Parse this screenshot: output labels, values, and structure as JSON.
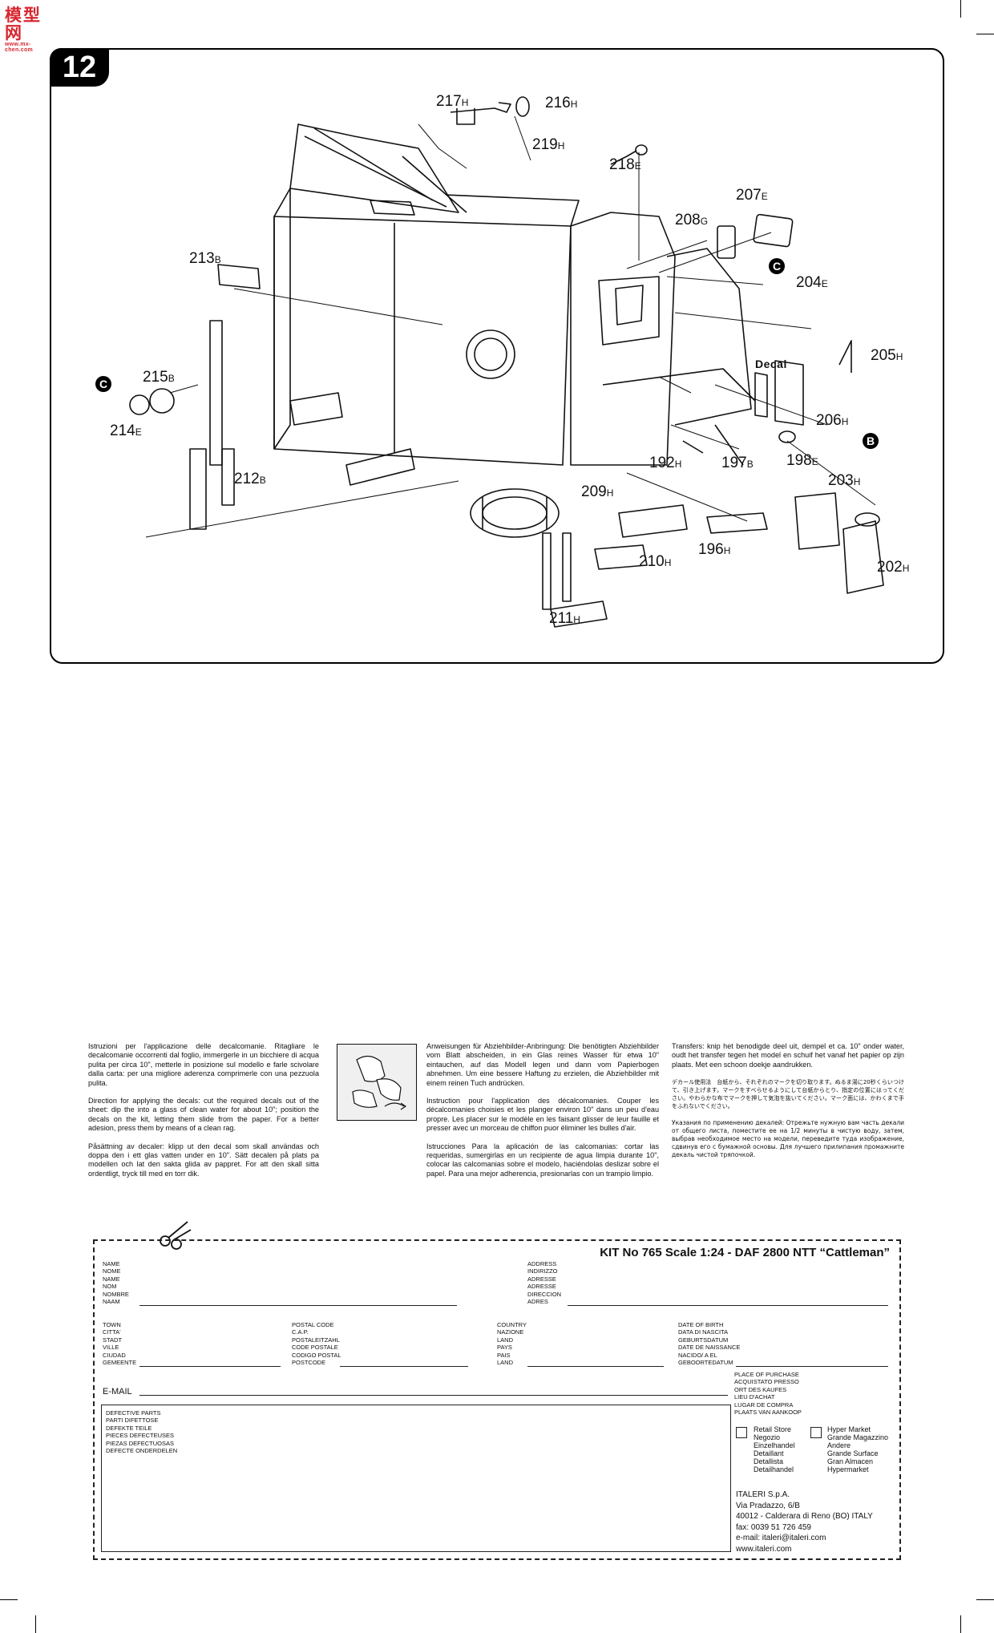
{
  "logo": {
    "text": "模型网",
    "url": "www.mx-chen.com"
  },
  "step": {
    "number": "12"
  },
  "parts": [
    {
      "id": "217",
      "letter": "H"
    },
    {
      "id": "216",
      "letter": "H"
    },
    {
      "id": "219",
      "letter": "H"
    },
    {
      "id": "218",
      "letter": "E"
    },
    {
      "id": "207",
      "letter": "E"
    },
    {
      "id": "208",
      "letter": "G"
    },
    {
      "id": "204",
      "letter": "E"
    },
    {
      "id": "213",
      "letter": "B"
    },
    {
      "id": "205",
      "letter": "H"
    },
    {
      "id": "215",
      "letter": "B"
    },
    {
      "id": "214",
      "letter": "E"
    },
    {
      "id": "206",
      "letter": "H"
    },
    {
      "id": "212",
      "letter": "B"
    },
    {
      "id": "192",
      "letter": "H"
    },
    {
      "id": "197",
      "letter": "B"
    },
    {
      "id": "198",
      "letter": "E"
    },
    {
      "id": "203",
      "letter": "H"
    },
    {
      "id": "209",
      "letter": "H"
    },
    {
      "id": "196",
      "letter": "H"
    },
    {
      "id": "210",
      "letter": "H"
    },
    {
      "id": "202",
      "letter": "H"
    },
    {
      "id": "211",
      "letter": "H"
    }
  ],
  "markers": {
    "c": "C",
    "b": "B",
    "decal": "Decal"
  },
  "instructions": {
    "col1": [
      "Istruzioni per l'applicazione delle decalcomanie. Ritagliare le decalcomanie occorrenti dal foglio, immergerle in un bicchiere di acqua pulita per circa 10\", metterle in posizione sul modello e farle scivolare dalla carta: per una migliore aderenza comprimerle con una pezzuola pulita.",
      "Direction for applying the decals: cut the required decals out of the sheet: dip the into a glass of clean water for about 10\"; position the decals on the kit, letting them slide from the paper. For a better adesion, press them by means of a clean rag.",
      "Påsättning av decaler: klipp ut den decal som skall användas och doppa den i ett glas vatten under en 10\". Sätt decalen på plats pa modellen och lat den sakta glida av pappret. For att den skall sitta ordentligt, tryck till med en torr dik."
    ],
    "col2": [
      "Anweisungen für Abziehbilder-Anbringung: Die benötigten Abziehbilder vom Blatt abscheiden, in ein Glas reines Wasser für etwa 10\" eintauchen, auf das Modell legen und dann vom Papierbogen abnehmen. Um eine bessere Haftung zu erzielen, die Abziehbilder mit einem reinen Tuch andrücken.",
      "Instruction pour l'application des décalcomanies. Couper les décalcomanies choisies et les planger environ 10\" dans un peu d'eau propre. Les placer sur le modèle en les faisant glisser de leur fauille et presser avec un morceau de chiffon puor éliminer les bulles d'air.",
      "Istrucciones Para la aplicación de las calcomanias: cortar las requeridas, sumergirlas en un recipiente de agua limpia durante 10\", colocar las calcomanias sobre el modelo, haciéndolas deslizar sobre el papel. Para una mejor adherencia, presionarlas con un trampio limpio."
    ],
    "col3": [
      "Transfers: knip het benodigde deel uit, dempel et ca. 10\" onder water, oudt het transfer tegen het model en schuif het vanaf het papier op zijn plaats. Met een schoon doekje aandrukken.",
      "デカール使用法　台紙から、それぞれのマークを切り取ります。ぬるま湯に20秒くらいつけて、引き上げます。マークをすべらせるようにして台紙からとり、指定の位置にはってください。やわらかな布でマークを押して気泡を抜いてください。マーク面には、かわくまで手をふれないでください。",
      "Указания по применению декалей: Отрежьте нужную вам часть декали от общего листа, поместите ее на 1/2 минуты в чистую воду, затем, выбрав необходимое место на модели, переведите туда изображение, сдвинув его с бумажной основы. Для лучшего прилипания промажните декаль чистой тряпочкой."
    ]
  },
  "form": {
    "kit_title": "KIT No 765 Scale 1:24 - DAF 2800 NTT “Cattleman”",
    "name_label": "NAME\nNOME\nNAME\nNOM\nNOMBRE\nNAAM",
    "address_label": "ADDRESS\nINDIRIZZO\nADRESSE\nADRESSE\nDIRECCION\nADRES",
    "town_label": "TOWN\nCITTA'\nSTADT\nVILLE\nCIUDAD\nGEMEENTE",
    "postal_label": "POSTAL CODE\nC.A.P.\nPOSTALEITZAHL\nCODE POSTALE\nCODIGO POSTAL\nPOSTCODE",
    "country_label": "COUNTRY\nNAZIONE\nLAND\nPAYS\nPAIS\nLAND",
    "dob_label": "DATE OF BIRTH\nDATA DI NASCITA\nGEBURTSDATUM\nDATE DE NAISSANCE\nNACIDO/ A EL\nGEBOORTEDATUM",
    "email_label": "E-MAIL",
    "purchase_label": "PLACE OF PURCHASE\nACQUISTATO PRESSO\nORT DES KAUFES\nLIEU D'ACHAT\nLUGAR DE COMPRA\nPLAATS VAN AANKOOP",
    "defective_label": "DEFECTIVE PARTS\nPARTI DIFETTOSE\nDEFEKTE TEILE\nPIECES DEFECTEUSES\nPIEZAS DEFECTUOSAS\nDEFECTE ONDERDELEN",
    "retail_store": "Retail Store\nNegozio\nEinzelhandel\nDetaillant\nDetallista\nDetailhandel",
    "hyper_market": "Hyper Market\nGrande Magazzino\nAndere\nGrande Surface\nGran Almacen\nHypermarket",
    "company_address": "ITALERI S.p.A.\nVia Pradazzo, 6/B\n40012 - Calderara di Reno (BO) ITALY\nfax: 0039 51 726 459\ne-mail: italeri@italeri.com\nwww.italeri.com"
  }
}
